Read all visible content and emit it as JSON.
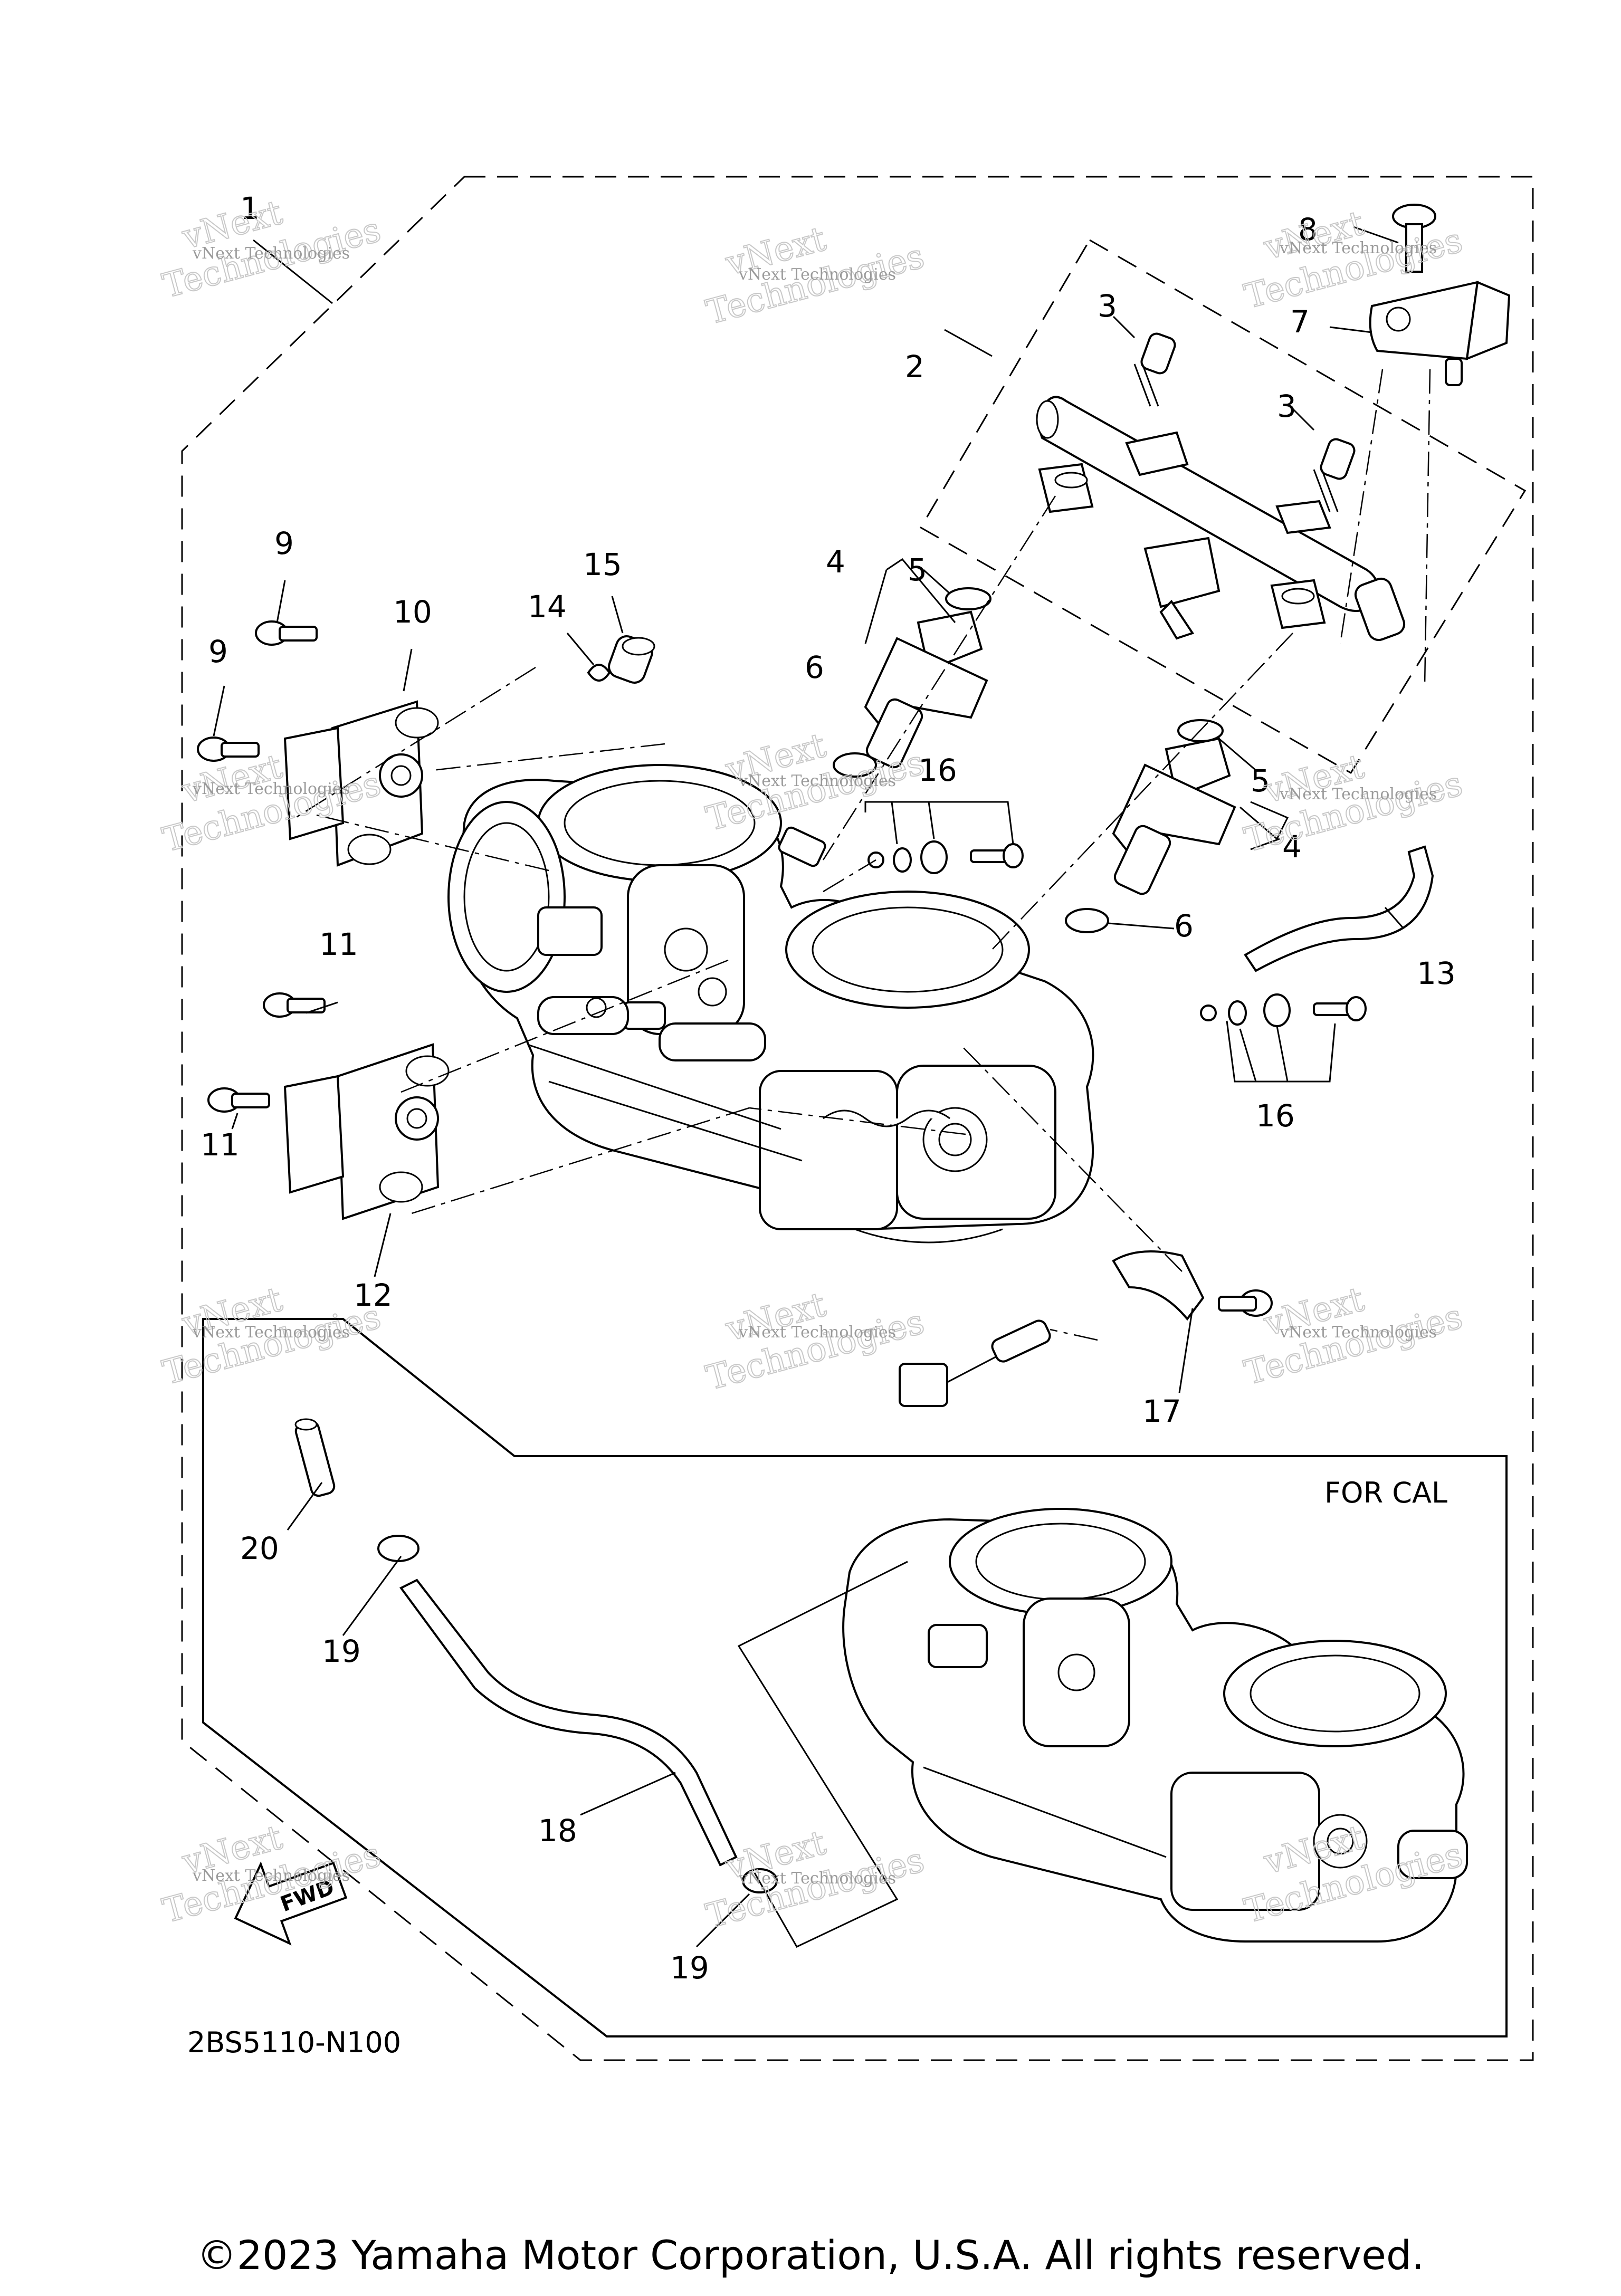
{
  "callouts": {
    "c1": "1",
    "c2": "2",
    "c3a": "3",
    "c3b": "3",
    "c4a": "4",
    "c4b": "4",
    "c5a": "5",
    "c5b": "5",
    "c6a": "6",
    "c6b": "6",
    "c7": "7",
    "c8": "8",
    "c9a": "9",
    "c9b": "9",
    "c10": "10",
    "c11a": "11",
    "c11b": "11",
    "c12": "12",
    "c13": "13",
    "c14": "14",
    "c15": "15",
    "c16a": "16",
    "c16b": "16",
    "c17": "17",
    "c18": "18",
    "c19a": "19",
    "c19b": "19",
    "c20": "20"
  },
  "inset_label": "FOR CAL",
  "fwd_label": "FWD",
  "diagram_code": "2BS5110-N100",
  "watermark": {
    "line1": "vNext Technologies",
    "line2": "vNext",
    "line3": "Technologies"
  },
  "copyright": "©2023 Yamaha Motor Corporation, U.S.A. All rights reserved."
}
